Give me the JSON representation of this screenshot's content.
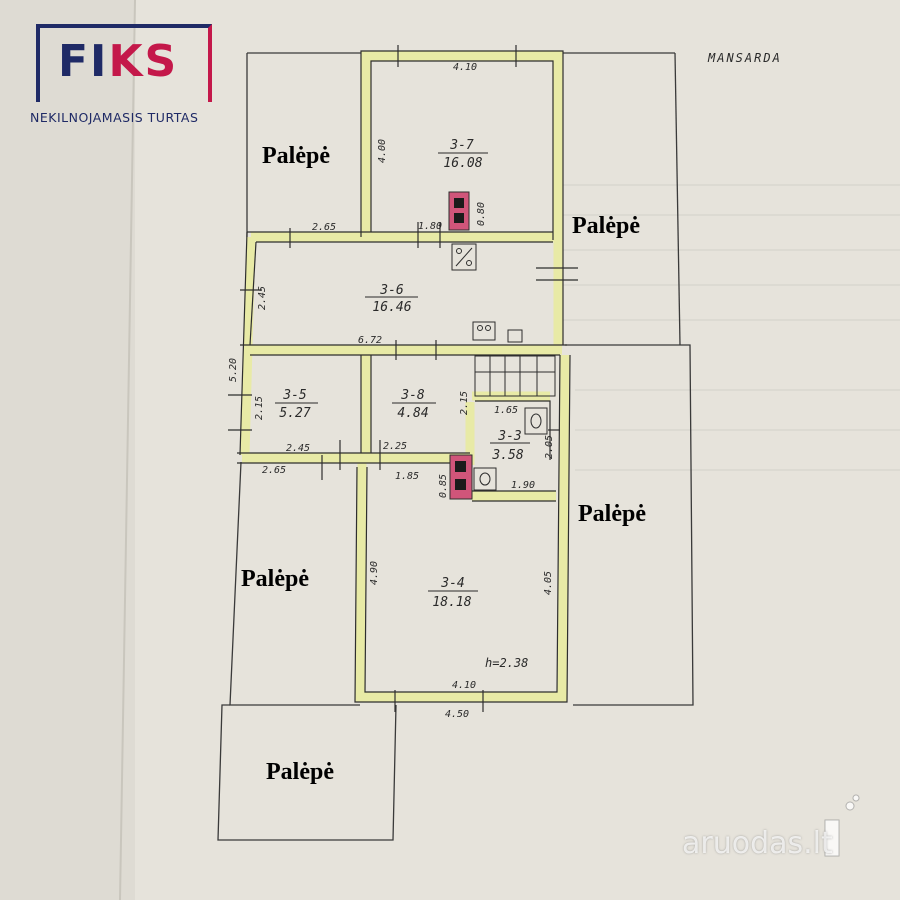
{
  "brand": {
    "logo_text_main": "FI",
    "logo_text_accent": "KS",
    "tagline": "NEKILNOJAMASIS TURTAS",
    "primary_color": "#1f2a66",
    "accent_color": "#c4184a"
  },
  "watermark": {
    "text": "aruodas.lt"
  },
  "plan": {
    "floor_label": "MANSARDA",
    "wall_color": "#e8eaa6",
    "chimney_color": "#d0557a",
    "attic_label": "Palėpė",
    "rooms": [
      {
        "id": "3-7",
        "area": "16.08"
      },
      {
        "id": "3-6",
        "area": "16.46"
      },
      {
        "id": "3-5",
        "area": "5.27"
      },
      {
        "id": "3-8",
        "area": "4.84"
      },
      {
        "id": "3-3",
        "area": "3.58"
      },
      {
        "id": "3-4",
        "area": "18.18"
      }
    ],
    "dimensions": {
      "d_410_top": "4.10",
      "d_400": "4.00",
      "d_080": "0.80",
      "d_180": "1.80",
      "d_265_a": "2.65",
      "d_245_v": "2.45",
      "d_672": "6.72",
      "d_520": "5.20",
      "d_215_a": "2.15",
      "d_215_b": "2.15",
      "d_165": "1.65",
      "d_245": "2.45",
      "d_225": "2.25",
      "d_265_b": "2.65",
      "d_185": "1.85",
      "d_085": "0.85",
      "d_205": "2.05",
      "d_190": "1.90",
      "d_490": "4.90",
      "d_405": "4.05",
      "d_410_bottom": "4.10",
      "d_450": "4.50",
      "height": "h=2.38"
    }
  }
}
